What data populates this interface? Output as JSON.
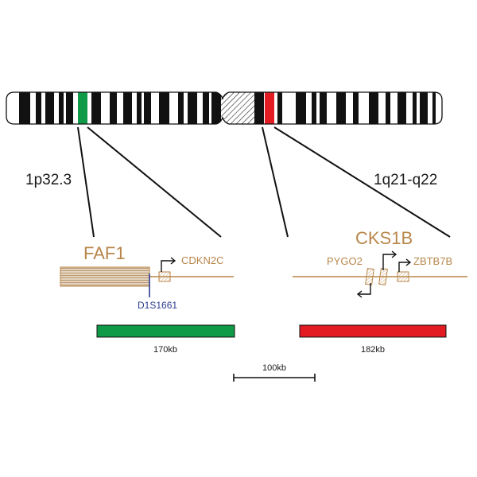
{
  "colors": {
    "gene": "#b8864a",
    "green_region": "#0f9a48",
    "red_region": "#e31b23",
    "marker": "#2c3b8f",
    "band": "#111111"
  },
  "chromosome": {
    "label_p": "1p32.3",
    "label_q": "1q21-q22"
  },
  "left_region": {
    "main_gene": "FAF1",
    "gene2": "CDKN2C",
    "marker": "D1S1661",
    "size": "170kb"
  },
  "right_region": {
    "main_gene": "CKS1B",
    "gene_left": "PYGO2",
    "gene_right": "ZBTB7B",
    "size": "182kb"
  },
  "scale_bar": {
    "label": "100kb"
  }
}
